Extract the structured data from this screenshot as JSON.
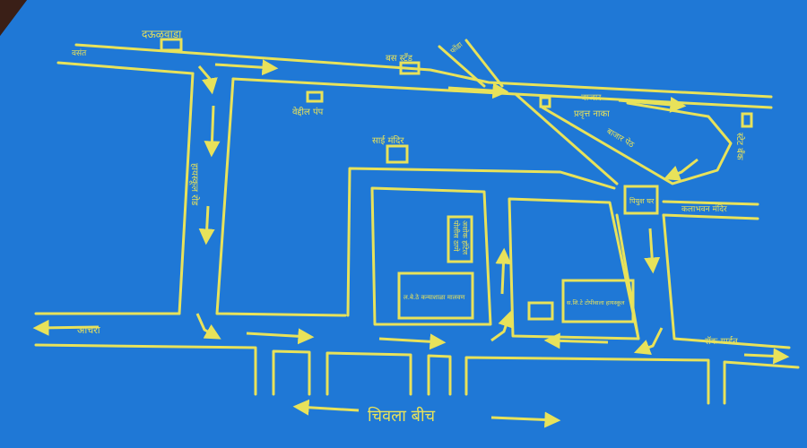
{
  "colors": {
    "card": "#1f78d6",
    "card_edge": "#1766c0",
    "ink": "#e8e25a",
    "table": "#3a1f17"
  },
  "labels": {
    "top_left_place": "दऊळवाडा",
    "far_left_road": "वसंत",
    "bus_stop": "बस स्टँड",
    "top_diag_road": "फोंडा",
    "hotel_box": "वेद्दील पंप",
    "temple": "साई मंदिर",
    "bazar": "बाजार",
    "junction_name": "प्रवृत्त नाका",
    "diag_road": "बाजार पेठ",
    "right_vertical": "स्टेट बँक",
    "left_vertical_road": "हायस्कूल रोड",
    "police": "पोलीस ठाणे",
    "center_inner_vertical": "अशोक हॉटेल",
    "school_left": "ल.बे.ठे कन्याशाळा मालवण",
    "school_right": "स.शि.टे टोपीवाला हायस्कूल",
    "shop_box": "पियुश घर",
    "kalabhavan": "कलाभवन मंदिर",
    "left_exit": "आचरा",
    "rock_garden": "रॉक गार्डन",
    "bottom_beach": "चिवला बीच"
  }
}
